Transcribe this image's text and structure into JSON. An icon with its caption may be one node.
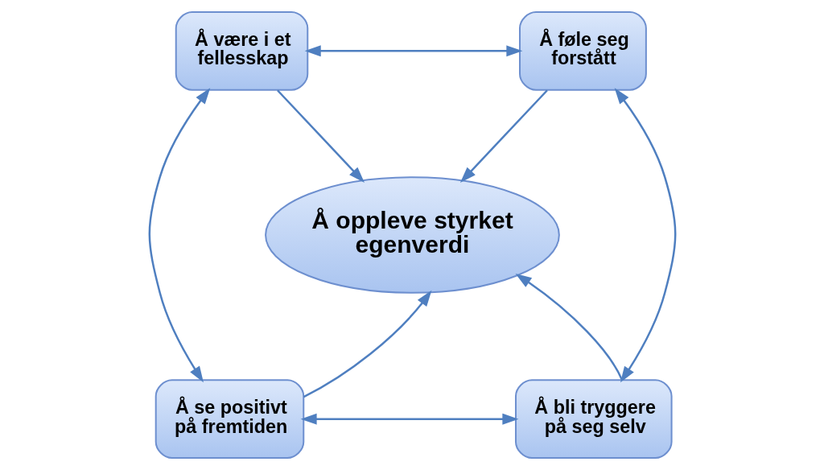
{
  "diagram": {
    "nodes": [
      {
        "text": [
          "Å være i et fellesskap"
        ]
      },
      {
        "text": [
          "Å føle seg forstått"
        ]
      },
      {
        "text": [
          "Å oppleve styrket egenverdi"
        ]
      },
      {
        "text": [
          "Å se positivt på fremtiden"
        ]
      },
      {
        "text": [
          "Å bli tryggere på seg selv"
        ]
      }
    ],
    "edges": [
      {
        "from": 0,
        "to": 1,
        "arrow": "both"
      },
      {
        "from": 0,
        "to": 2,
        "arrow": "to"
      },
      {
        "from": 1,
        "to": 2,
        "arrow": "to"
      },
      {
        "from": 0,
        "to": 3,
        "arrow": "both"
      },
      {
        "from": 1,
        "to": 4,
        "arrow": "both"
      },
      {
        "from": 3,
        "to": 2,
        "arrow": "to"
      },
      {
        "from": 4,
        "to": 2,
        "arrow": "to"
      },
      {
        "from": 3,
        "to": 4,
        "arrow": "both"
      }
    ]
  }
}
